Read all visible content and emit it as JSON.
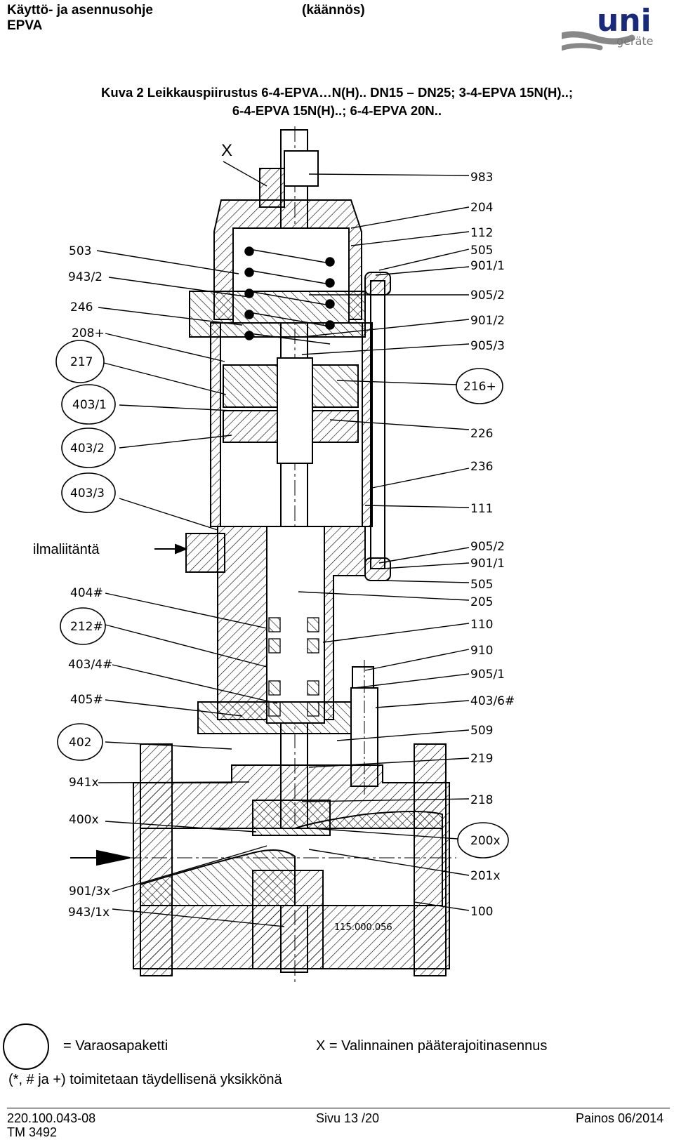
{
  "header": {
    "title_line1": "Käyttö- ja asennusohje",
    "title_line2": "EPVA",
    "note": "(käännös)",
    "logo_main": "uni",
    "logo_sub": "geräte"
  },
  "caption": {
    "line1": "Kuva 2 Leikkauspiirustus 6-4-EPVA…N(H).. DN15 – DN25; 3-4-EPVA 15N(H)..;",
    "line2": "6-4-EPVA 15N(H)..; 6-4-EPVA 20N.."
  },
  "drawing": {
    "marker_x": "X",
    "side_label": "ilmaliitäntä",
    "drawing_number": "115.000.056",
    "labels_left": [
      "503",
      "943/2",
      "246",
      "208+",
      "217",
      "403/1",
      "403/2",
      "403/3",
      "404#",
      "212#",
      "403/4#",
      "405#",
      "402",
      "941x",
      "400x",
      "901/3x",
      "943/1x"
    ],
    "labels_right": [
      "983",
      "204",
      "112",
      "505",
      "901/1",
      "905/2",
      "901/2",
      "905/3",
      "216+",
      "226",
      "236",
      "111",
      "905/2",
      "901/1",
      "505",
      "205",
      "110",
      "910",
      "905/1",
      "403/6#",
      "509",
      "219",
      "218",
      "200x",
      "201x",
      "100"
    ]
  },
  "legend": {
    "circle_meaning": "= Varaosapaketti",
    "x_meaning": "X  =  Valinnainen pääterajoitinasennus",
    "note": "(*, # ja +) toimitetaan täydellisenä yksikkönä"
  },
  "footer": {
    "doc_number": "220.100.043-08",
    "tm": "TM 3492",
    "page": "Sivu 13 /20",
    "edition": "Painos 06/2014"
  }
}
